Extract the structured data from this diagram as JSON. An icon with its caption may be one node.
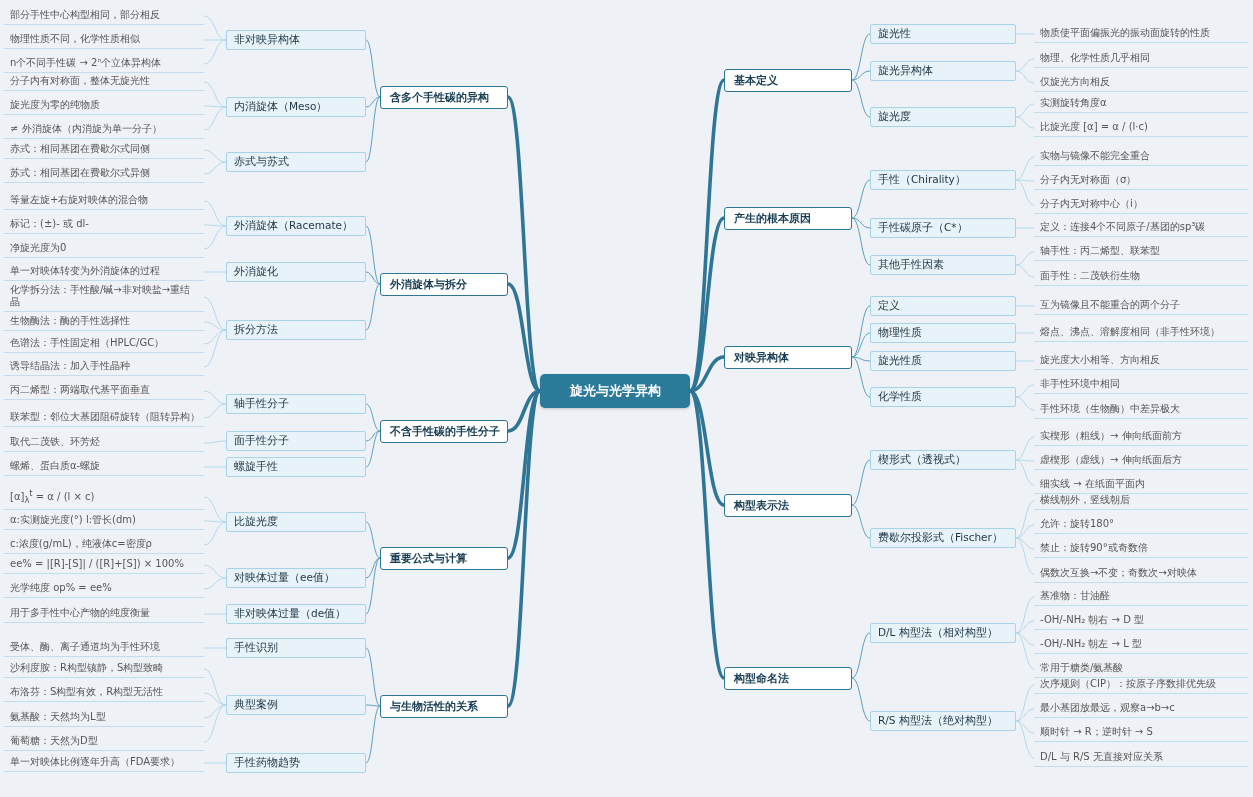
{
  "diagram": {
    "nodes": [
      {
        "text": [
          "旋光与光学异构"
        ]
      },
      {
        "text": [
          "基本定义"
        ]
      },
      {
        "text": [
          "旋光性"
        ]
      },
      {
        "text": [
          "物质使平面偏振光的振动面旋转的性质"
        ]
      },
      {
        "text": [
          "旋光异构体"
        ]
      },
      {
        "text": [
          "物理、化学性质几乎相同"
        ]
      },
      {
        "text": [
          "仅旋光方向相反"
        ]
      },
      {
        "text": [
          "旋光度"
        ]
      },
      {
        "text": [
          "实测旋转角度α"
        ]
      },
      {
        "text": [
          "比旋光度 [α] = α / (l·c)"
        ]
      },
      {
        "text": [
          "产生的根本原因"
        ]
      },
      {
        "text": [
          "手性（Chirality）"
        ]
      },
      {
        "text": [
          "实物与镜像不能完全重合"
        ]
      },
      {
        "text": [
          "分子内无对称面（σ）"
        ]
      },
      {
        "text": [
          "分子内无对称中心（i）"
        ]
      },
      {
        "text": [
          "手性碳原子（C*）"
        ]
      },
      {
        "text": [
          "定义：连接4个不同原子/基团的sp³碳"
        ]
      },
      {
        "text": [
          "其他手性因素"
        ]
      },
      {
        "text": [
          "轴手性：丙二烯型、联苯型"
        ]
      },
      {
        "text": [
          "面手性：二茂铁衍生物"
        ]
      },
      {
        "text": [
          "对映异构体"
        ]
      },
      {
        "text": [
          "定义"
        ]
      },
      {
        "text": [
          "互为镜像且不能重合的两个分子"
        ]
      },
      {
        "text": [
          "物理性质"
        ]
      },
      {
        "text": [
          "熔点、沸点、溶解度相同（非手性环境）"
        ]
      },
      {
        "text": [
          "旋光性质"
        ]
      },
      {
        "text": [
          "旋光度大小相等、方向相反"
        ]
      },
      {
        "text": [
          "化学性质"
        ]
      },
      {
        "text": [
          "非手性环境中相同"
        ]
      },
      {
        "text": [
          "手性环境（生物酶）中差异极大"
        ]
      },
      {
        "text": [
          "构型表示法"
        ]
      },
      {
        "text": [
          "楔形式（透视式）"
        ]
      },
      {
        "text": [
          "实楔形（粗线）→ 伸向纸面前方"
        ]
      },
      {
        "text": [
          "虚楔形（虚线）→ 伸向纸面后方"
        ]
      },
      {
        "text": [
          "细实线 → 在纸面平面内"
        ]
      },
      {
        "text": [
          "费歇尔投影式（Fischer）"
        ]
      },
      {
        "text": [
          "横线朝外，竖线朝后"
        ]
      },
      {
        "text": [
          "允许：旋转180°"
        ]
      },
      {
        "text": [
          "禁止：旋转90°或奇数倍"
        ]
      },
      {
        "text": [
          "偶数次互换→不变；奇数次→对映体"
        ]
      },
      {
        "text": [
          "构型命名法"
        ]
      },
      {
        "text": [
          "D/L 构型法（相对构型）"
        ]
      },
      {
        "text": [
          "基准物：甘油醛"
        ]
      },
      {
        "text": [
          "-OH/-NH₂ 朝右 → D 型"
        ]
      },
      {
        "text": [
          "-OH/-NH₂ 朝左 → L 型"
        ]
      },
      {
        "text": [
          "常用于糖类/氨基酸"
        ]
      },
      {
        "text": [
          "R/S 构型法（绝对构型）"
        ]
      },
      {
        "text": [
          "次序规则（CIP）：按原子序数排优先级"
        ]
      },
      {
        "text": [
          "最小基团放最远，观察a→b→c"
        ]
      },
      {
        "text": [
          "顺时针 → R；逆时针 → S"
        ]
      },
      {
        "text": [
          "D/L 与 R/S 无直接对应关系"
        ]
      },
      {
        "text": [
          "含多个手性碳的异构"
        ]
      },
      {
        "text": [
          "非对映异构体"
        ]
      },
      {
        "text": [
          "部分手性中心构型相同，部分相反"
        ]
      },
      {
        "text": [
          "物理性质不同，化学性质相似"
        ]
      },
      {
        "text": [
          "n个不同手性碳 → 2ⁿ个立体异构体"
        ]
      },
      {
        "text": [
          "内消旋体（Meso）"
        ]
      },
      {
        "text": [
          "分子内有对称面，整体无旋光性"
        ]
      },
      {
        "text": [
          "旋光度为零的纯物质"
        ]
      },
      {
        "text": [
          "≠ 外消旋体（内消旋为单一分子）"
        ]
      },
      {
        "text": [
          "赤式与苏式"
        ]
      },
      {
        "text": [
          "赤式：相同基团在费歇尔式同侧"
        ]
      },
      {
        "text": [
          "苏式：相同基团在费歇尔式异侧"
        ]
      },
      {
        "text": [
          "外消旋体与拆分"
        ]
      },
      {
        "text": [
          "外消旋体（Racemate）"
        ]
      },
      {
        "text": [
          "等量左旋+右旋对映体的混合物"
        ]
      },
      {
        "text": [
          "标记：(±)- 或 dl-"
        ]
      },
      {
        "text": [
          "净旋光度为0"
        ]
      },
      {
        "text": [
          "外消旋化"
        ]
      },
      {
        "text": [
          "单一对映体转变为外消旋体的过程"
        ]
      },
      {
        "text": [
          "拆分方法"
        ]
      },
      {
        "text": [
          "化学拆分法：手性酸/碱→非对映盐→重结晶"
        ]
      },
      {
        "text": [
          "生物酶法：酶的手性选择性"
        ]
      },
      {
        "text": [
          "色谱法：手性固定相（HPLC/GC）"
        ]
      },
      {
        "text": [
          "诱导结晶法：加入手性晶种"
        ]
      },
      {
        "text": [
          "不含手性碳的手性分子"
        ]
      },
      {
        "text": [
          "轴手性分子"
        ]
      },
      {
        "text": [
          "丙二烯型：两端取代基平面垂直"
        ]
      },
      {
        "text": [
          "联苯型：邻位大基团阻碍旋转（阻转异构）"
        ]
      },
      {
        "text": [
          "面手性分子"
        ]
      },
      {
        "text": [
          "取代二茂铁、环芳烃"
        ]
      },
      {
        "text": [
          "螺旋手性"
        ]
      },
      {
        "text": [
          "螺烯、蛋白质α-螺旋"
        ]
      },
      {
        "text": [
          "重要公式与计算"
        ]
      },
      {
        "text": [
          "比旋光度"
        ]
      },
      {
        "text": [
          "[α]$_{λ}$$^{t}$ = α / (l × c)"
        ]
      },
      {
        "text": [
          "α:实测旋光度(°) l:管长(dm)"
        ]
      },
      {
        "text": [
          "c:浓度(g/mL)，纯液体c=密度ρ"
        ]
      },
      {
        "text": [
          "对映体过量（ee值）"
        ]
      },
      {
        "text": [
          "ee% = |[R]-[S]| / ([R]+[S]) × 100%"
        ]
      },
      {
        "text": [
          "光学纯度 op% = ee%"
        ]
      },
      {
        "text": [
          "非对映体过量（de值）"
        ]
      },
      {
        "text": [
          "用于多手性中心产物的纯度衡量"
        ]
      },
      {
        "text": [
          "与生物活性的关系"
        ]
      },
      {
        "text": [
          "手性识别"
        ]
      },
      {
        "text": [
          "受体、酶、离子通道均为手性环境"
        ]
      },
      {
        "text": [
          "典型案例"
        ]
      },
      {
        "text": [
          "沙利度胺：R构型镇静，S构型致畸"
        ]
      },
      {
        "text": [
          "布洛芬：S构型有效，R构型无活性"
        ]
      },
      {
        "text": [
          "氨基酸：天然均为L型"
        ]
      },
      {
        "text": [
          "葡萄糖：天然为D型"
        ]
      },
      {
        "text": [
          "手性药物趋势"
        ]
      },
      {
        "text": [
          "单一对映体比例逐年升高（FDA要求）"
        ]
      }
    ],
    "edges": [
      {
        "from": 0,
        "to": 1,
        "arrow": "none",
        "style": "thick",
        "color": "#2f7596"
      },
      {
        "from": 0,
        "to": 10,
        "arrow": "none",
        "style": "thick",
        "color": "#2f7596"
      },
      {
        "from": 0,
        "to": 20,
        "arrow": "none",
        "style": "thick",
        "color": "#2f7596"
      },
      {
        "from": 0,
        "to": 30,
        "arrow": "none",
        "style": "thick",
        "color": "#2f7596"
      },
      {
        "from": 0,
        "to": 40,
        "arrow": "none",
        "style": "thick",
        "color": "#2f7596"
      },
      {
        "from": 0,
        "to": 51,
        "arrow": "none",
        "style": "thick",
        "color": "#2f7596"
      },
      {
        "from": 0,
        "to": 63,
        "arrow": "none",
        "style": "thick",
        "color": "#2f7596"
      },
      {
        "from": 0,
        "to": 75,
        "arrow": "none",
        "style": "thick",
        "color": "#2f7596"
      },
      {
        "from": 0,
        "to": 83,
        "arrow": "none",
        "style": "thick",
        "color": "#2f7596"
      },
      {
        "from": 0,
        "to": 93,
        "arrow": "none",
        "style": "thick",
        "color": "#2f7596"
      },
      {
        "from": 1,
        "to": 2,
        "arrow": "none",
        "color": "#5b9fc1"
      },
      {
        "from": 1,
        "to": 4,
        "arrow": "none",
        "color": "#5b9fc1"
      },
      {
        "from": 1,
        "to": 7,
        "arrow": "none",
        "color": "#5b9fc1"
      },
      {
        "from": 10,
        "to": 11,
        "arrow": "none",
        "color": "#5b9fc1"
      },
      {
        "from": 10,
        "to": 15,
        "arrow": "none",
        "color": "#5b9fc1"
      },
      {
        "from": 10,
        "to": 17,
        "arrow": "none",
        "color": "#5b9fc1"
      },
      {
        "from": 20,
        "to": 21,
        "arrow": "none",
        "color": "#5b9fc1"
      },
      {
        "from": 20,
        "to": 23,
        "arrow": "none",
        "color": "#5b9fc1"
      },
      {
        "from": 20,
        "to": 25,
        "arrow": "none",
        "color": "#5b9fc1"
      },
      {
        "from": 20,
        "to": 27,
        "arrow": "none",
        "color": "#5b9fc1"
      },
      {
        "from": 30,
        "to": 31,
        "arrow": "none",
        "color": "#5b9fc1"
      },
      {
        "from": 30,
        "to": 35,
        "arrow": "none",
        "color": "#5b9fc1"
      },
      {
        "from": 40,
        "to": 41,
        "arrow": "none",
        "color": "#5b9fc1"
      },
      {
        "from": 40,
        "to": 46,
        "arrow": "none",
        "color": "#5b9fc1"
      },
      {
        "from": 51,
        "to": 52,
        "arrow": "none",
        "color": "#5b9fc1"
      },
      {
        "from": 51,
        "to": 56,
        "arrow": "none",
        "color": "#5b9fc1"
      },
      {
        "from": 51,
        "to": 60,
        "arrow": "none",
        "color": "#5b9fc1"
      },
      {
        "from": 63,
        "to": 64,
        "arrow": "none",
        "color": "#5b9fc1"
      },
      {
        "from": 63,
        "to": 68,
        "arrow": "none",
        "color": "#5b9fc1"
      },
      {
        "from": 63,
        "to": 70,
        "arrow": "none",
        "color": "#5b9fc1"
      },
      {
        "from": 75,
        "to": 76,
        "arrow": "none",
        "color": "#5b9fc1"
      },
      {
        "from": 75,
        "to": 79,
        "arrow": "none",
        "color": "#5b9fc1"
      },
      {
        "from": 75,
        "to": 81,
        "arrow": "none",
        "color": "#5b9fc1"
      },
      {
        "from": 83,
        "to": 84,
        "arrow": "none",
        "color": "#5b9fc1"
      },
      {
        "from": 83,
        "to": 88,
        "arrow": "none",
        "color": "#5b9fc1"
      },
      {
        "from": 83,
        "to": 91,
        "arrow": "none",
        "color": "#5b9fc1"
      },
      {
        "from": 93,
        "to": 94,
        "arrow": "none",
        "color": "#5b9fc1"
      },
      {
        "from": 93,
        "to": 96,
        "arrow": "none",
        "color": "#5b9fc1"
      },
      {
        "from": 93,
        "to": 101,
        "arrow": "none",
        "color": "#5b9fc1"
      },
      {
        "from": 2,
        "to": 3,
        "arrow": "none"
      },
      {
        "from": 4,
        "to": 5,
        "arrow": "none"
      },
      {
        "from": 4,
        "to": 6,
        "arrow": "none"
      },
      {
        "from": 7,
        "to": 8,
        "arrow": "none"
      },
      {
        "from": 7,
        "to": 9,
        "arrow": "none"
      },
      {
        "from": 11,
        "to": 12,
        "arrow": "none"
      },
      {
        "from": 11,
        "to": 13,
        "arrow": "none"
      },
      {
        "from": 11,
        "to": 14,
        "arrow": "none"
      },
      {
        "from": 15,
        "to": 16,
        "arrow": "none"
      },
      {
        "from": 17,
        "to": 18,
        "arrow": "none"
      },
      {
        "from": 17,
        "to": 19,
        "arrow": "none"
      },
      {
        "from": 21,
        "to": 22,
        "arrow": "none"
      },
      {
        "from": 23,
        "to": 24,
        "arrow": "none"
      },
      {
        "from": 25,
        "to": 26,
        "arrow": "none"
      },
      {
        "from": 27,
        "to": 28,
        "arrow": "none"
      },
      {
        "from": 27,
        "to": 29,
        "arrow": "none"
      },
      {
        "from": 31,
        "to": 32,
        "arrow": "none"
      },
      {
        "from": 31,
        "to": 33,
        "arrow": "none"
      },
      {
        "from": 31,
        "to": 34,
        "arrow": "none"
      },
      {
        "from": 35,
        "to": 36,
        "arrow": "none"
      },
      {
        "from": 35,
        "to": 37,
        "arrow": "none"
      },
      {
        "from": 35,
        "to": 38,
        "arrow": "none"
      },
      {
        "from": 35,
        "to": 39,
        "arrow": "none"
      },
      {
        "from": 41,
        "to": 42,
        "arrow": "none"
      },
      {
        "from": 41,
        "to": 43,
        "arrow": "none"
      },
      {
        "from": 41,
        "to": 44,
        "arrow": "none"
      },
      {
        "from": 41,
        "to": 45,
        "arrow": "none"
      },
      {
        "from": 46,
        "to": 47,
        "arrow": "none"
      },
      {
        "from": 46,
        "to": 48,
        "arrow": "none"
      },
      {
        "from": 46,
        "to": 49,
        "arrow": "none"
      },
      {
        "from": 46,
        "to": 50,
        "arrow": "none"
      },
      {
        "from": 52,
        "to": 53,
        "arrow": "none"
      },
      {
        "from": 52,
        "to": 54,
        "arrow": "none"
      },
      {
        "from": 52,
        "to": 55,
        "arrow": "none"
      },
      {
        "from": 56,
        "to": 57,
        "arrow": "none"
      },
      {
        "from": 56,
        "to": 58,
        "arrow": "none"
      },
      {
        "from": 56,
        "to": 59,
        "arrow": "none"
      },
      {
        "from": 60,
        "to": 61,
        "arrow": "none"
      },
      {
        "from": 60,
        "to": 62,
        "arrow": "none"
      },
      {
        "from": 64,
        "to": 65,
        "arrow": "none"
      },
      {
        "from": 64,
        "to": 66,
        "arrow": "none"
      },
      {
        "from": 64,
        "to": 67,
        "arrow": "none"
      },
      {
        "from": 68,
        "to": 69,
        "arrow": "none"
      },
      {
        "from": 70,
        "to": 71,
        "arrow": "none"
      },
      {
        "from": 70,
        "to": 72,
        "arrow": "none"
      },
      {
        "from": 70,
        "to": 73,
        "arrow": "none"
      },
      {
        "from": 70,
        "to": 74,
        "arrow": "none"
      },
      {
        "from": 76,
        "to": 77,
        "arrow": "none"
      },
      {
        "from": 76,
        "to": 78,
        "arrow": "none"
      },
      {
        "from": 79,
        "to": 80,
        "arrow": "none"
      },
      {
        "from": 81,
        "to": 82,
        "arrow": "none"
      },
      {
        "from": 84,
        "to": 85,
        "arrow": "none"
      },
      {
        "from": 84,
        "to": 86,
        "arrow": "none"
      },
      {
        "from": 84,
        "to": 87,
        "arrow": "none"
      },
      {
        "from": 88,
        "to": 89,
        "arrow": "none"
      },
      {
        "from": 88,
        "to": 90,
        "arrow": "none"
      },
      {
        "from": 91,
        "to": 92,
        "arrow": "none"
      },
      {
        "from": 94,
        "to": 95,
        "arrow": "none"
      },
      {
        "from": 96,
        "to": 97,
        "arrow": "none"
      },
      {
        "from": 96,
        "to": 98,
        "arrow": "none"
      },
      {
        "from": 96,
        "to": 99,
        "arrow": "none"
      },
      {
        "from": 96,
        "to": 100,
        "arrow": "none"
      },
      {
        "from": 101,
        "to": 102,
        "arrow": "none"
      }
    ]
  }
}
